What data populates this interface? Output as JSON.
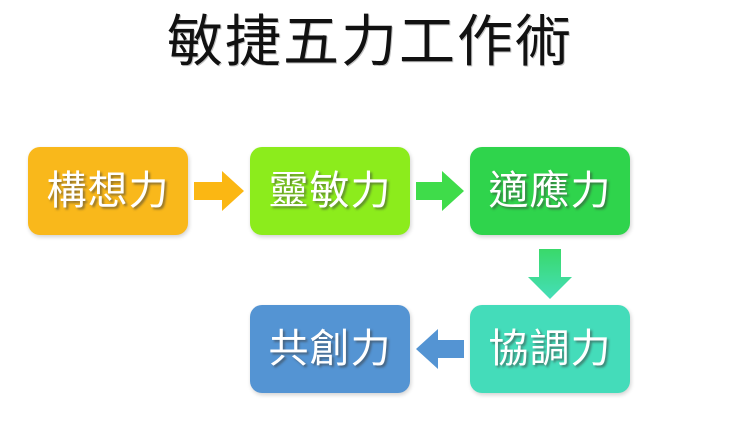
{
  "slide": {
    "title": "敏捷五力工作術",
    "background_color": "#FFFFFF"
  },
  "diagram": {
    "type": "process-flow",
    "layout": "two-row-serpentine",
    "nodes": [
      {
        "id": "node-0",
        "label": "構想力",
        "color": "#F9B81B",
        "text_color": "#FFFFFF",
        "order": 1,
        "row": "top",
        "column": 1
      },
      {
        "id": "node-1",
        "label": "靈敏力",
        "color": "#8CEC1C",
        "text_color": "#FFFFFF",
        "order": 2,
        "row": "top",
        "column": 2
      },
      {
        "id": "node-2",
        "label": "適應力",
        "color": "#2FD44C",
        "text_color": "#FFFFFF",
        "order": 3,
        "row": "top",
        "column": 3
      },
      {
        "id": "node-3",
        "label": "協調力",
        "color": "#44DCBA",
        "text_color": "#FFFFFF",
        "order": 4,
        "row": "bottom",
        "column": 3
      },
      {
        "id": "node-4",
        "label": "共創力",
        "color": "#5494D3",
        "text_color": "#FFFFFF",
        "order": 5,
        "row": "bottom",
        "column": 2
      }
    ],
    "arrows": [
      {
        "id": "arrow-0",
        "from": "構想力",
        "to": "靈敏力",
        "direction": "right",
        "color": "#FBB713",
        "icon": "arrow-right-icon"
      },
      {
        "id": "arrow-1",
        "from": "靈敏力",
        "to": "適應力",
        "direction": "right",
        "color": "#3FDC4A",
        "icon": "arrow-right-icon"
      },
      {
        "id": "arrow-2",
        "from": "適應力",
        "to": "協調力",
        "direction": "down",
        "color_start": "#39D96A",
        "color_end": "#45DEB9",
        "icon": "arrow-down-icon"
      },
      {
        "id": "arrow-3",
        "from": "協調力",
        "to": "共創力",
        "direction": "left",
        "color": "#5494D3",
        "icon": "arrow-left-icon"
      }
    ]
  }
}
